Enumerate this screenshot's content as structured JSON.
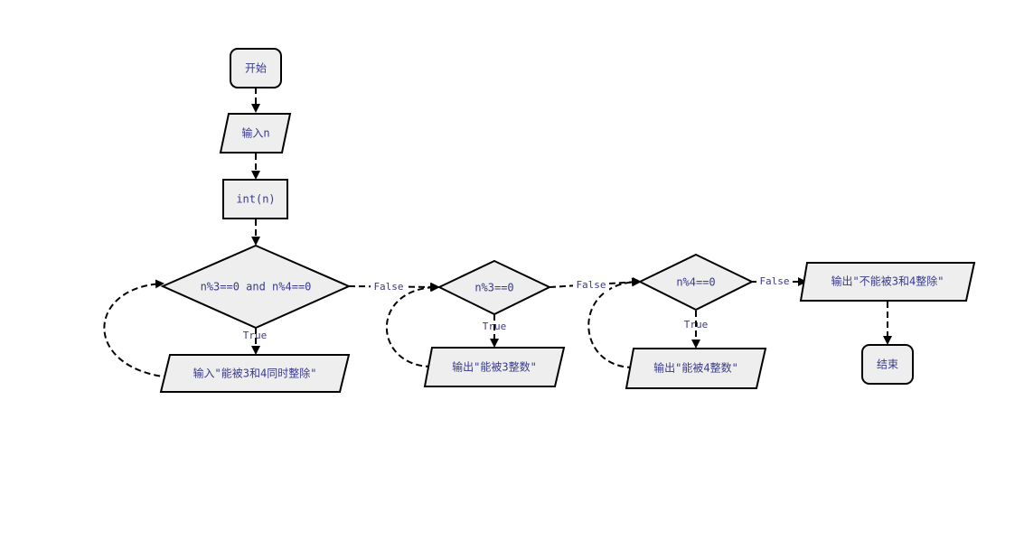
{
  "nodes": {
    "start": "开始",
    "input_n": "输入n",
    "int_n": "int(n)",
    "cond_both": "n%3==0 and n%4==0",
    "out_both": "输入\"能被3和4同时整除\"",
    "cond_3": "n%3==0",
    "out_3": "输出\"能被3整数\"",
    "cond_4": "n%4==0",
    "out_4": "输出\"能被4整数\"",
    "out_none": "输出\"不能被3和4整除\"",
    "end": "结束"
  },
  "edges": {
    "false_1": "False",
    "true_1": "True",
    "false_2": "False",
    "true_2": "True",
    "false_3": "False",
    "true_3": "True"
  }
}
